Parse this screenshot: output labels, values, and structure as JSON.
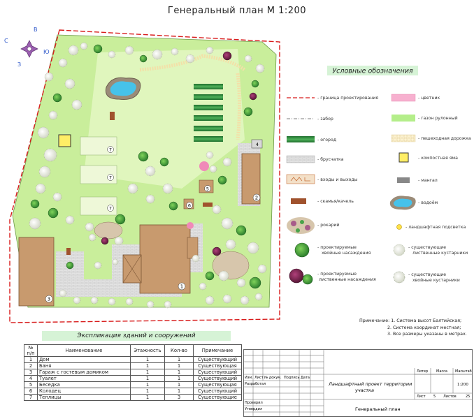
{
  "title": "Генеральный план М 1:200",
  "compass": {
    "n": "В",
    "e": "Ю",
    "s": "З",
    "w": "С"
  },
  "legend": {
    "title": "Условные обозначения",
    "items": [
      {
        "id": "boundary",
        "label": "- граница проектирования"
      },
      {
        "id": "flowerbed",
        "label": "- цветник"
      },
      {
        "id": "fence",
        "label": "- забор"
      },
      {
        "id": "lawn",
        "label": "- газон рулонный"
      },
      {
        "id": "garden",
        "label": "- огород"
      },
      {
        "id": "footpath",
        "label": "- пешеходная дорожка"
      },
      {
        "id": "paving",
        "label": "- брусчатка"
      },
      {
        "id": "compost",
        "label": "- компостная яма"
      },
      {
        "id": "entrances",
        "label": "- входы и выходы"
      },
      {
        "id": "grill",
        "label": "- мангал"
      },
      {
        "id": "bench",
        "label": "- скамья/качель"
      },
      {
        "id": "pond",
        "label": "- водоём"
      },
      {
        "id": "rockery",
        "label": "- рокарий"
      },
      {
        "id": "light",
        "label": "- ландшафтная подсветка"
      },
      {
        "id": "conifer_new",
        "label": "- проектируемые хвойные насаждения"
      },
      {
        "id": "deciduous_shrub_exist",
        "label": "- существующие лиственные кустарники"
      },
      {
        "id": "deciduous_new",
        "label": "- проектируемые лиственные насаждения"
      },
      {
        "id": "conifer_shrub_exist",
        "label": "- существующие хвойные кустарники"
      }
    ]
  },
  "notes": [
    "Примечание: 1. Система высот Балтийская;",
    "2. Система координат местная;",
    "3. Все размеры указаны в метрах."
  ],
  "explication": {
    "title": "Экспликация зданий и сооружений",
    "headers": [
      "№ п/п",
      "Наименование",
      "Этажность",
      "Кол-во",
      "Примечание"
    ],
    "rows": [
      [
        "1",
        "Дом",
        "1",
        "1",
        "Существующий"
      ],
      [
        "2",
        "Баня",
        "1",
        "1",
        "Существующая"
      ],
      [
        "3",
        "Гараж с гостевым домиком",
        "1",
        "1",
        "Существующий"
      ],
      [
        "4",
        "Туалет",
        "1",
        "1",
        "Существующий"
      ],
      [
        "5",
        "Беседка",
        "1",
        "1",
        "Существующая"
      ],
      [
        "6",
        "Колодец",
        "1",
        "1",
        "Существующий"
      ],
      [
        "7",
        "Теплицы",
        "1",
        "3",
        "Существующие"
      ]
    ]
  },
  "stamp": {
    "cols": [
      "Изм.",
      "Лист",
      "№ докум.",
      "Подпись",
      "Дата"
    ],
    "rows": [
      "Разработал",
      "Проверил",
      "Утвердил"
    ],
    "project": "Ландшафтный проект территории участка",
    "sheet_title": "Генеральный план",
    "stage_h": "Литер",
    "mass_h": "Масса",
    "scale_h": "Масштаб",
    "scale": "1:200",
    "sheet_label": "Лист",
    "sheet_num": "5",
    "sheets_label": "Листов",
    "sheets_num": "25"
  },
  "buildings": [
    "1",
    "2",
    "3",
    "4",
    "5",
    "6",
    "7"
  ],
  "colors": {
    "lawn": "#bfe88f",
    "lawn_light": "#e4f7c4",
    "building": "#c89a6e",
    "garden": "#2f8a3c",
    "boundary": "#d81b1b",
    "paving": "#dadada",
    "flower": "#f08ab8"
  }
}
